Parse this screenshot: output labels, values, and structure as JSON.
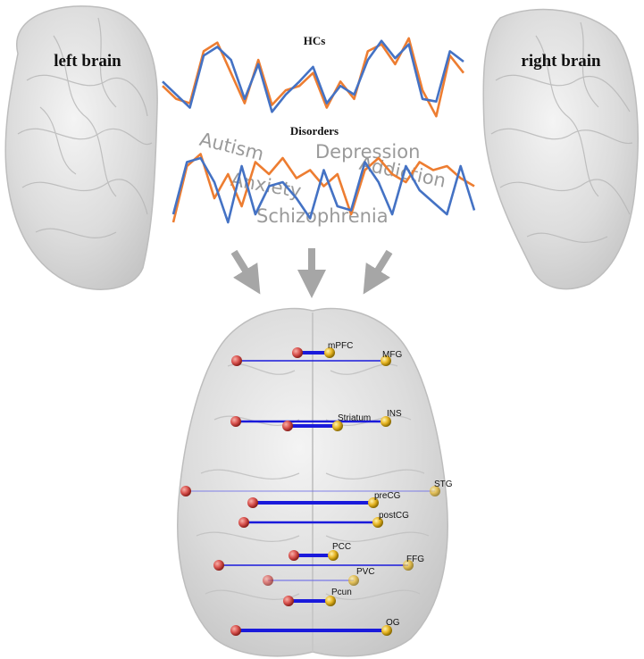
{
  "labels": {
    "left_brain": "left brain",
    "right_brain": "right brain",
    "hcs": "HCs",
    "disorders": "Disorders"
  },
  "disorder_words": [
    "Autism",
    "Depression",
    "Anxiety",
    "Addiction",
    "Schizophrenia"
  ],
  "signals": {
    "hcs": {
      "blue": [
        0.45,
        0.3,
        0.15,
        0.75,
        0.85,
        0.7,
        0.25,
        0.65,
        0.1,
        0.3,
        0.45,
        0.62,
        0.2,
        0.4,
        0.3,
        0.7,
        0.92,
        0.72,
        0.88,
        0.25,
        0.22,
        0.8,
        0.68
      ],
      "orange": [
        0.4,
        0.25,
        0.2,
        0.8,
        0.9,
        0.55,
        0.2,
        0.7,
        0.18,
        0.35,
        0.4,
        0.55,
        0.15,
        0.45,
        0.25,
        0.8,
        0.88,
        0.65,
        0.95,
        0.35,
        0.05,
        0.75,
        0.55
      ]
    },
    "disorders": {
      "blue": [
        0.2,
        0.85,
        0.9,
        0.6,
        0.1,
        0.8,
        0.2,
        0.55,
        0.6,
        0.4,
        0.15,
        0.75,
        0.3,
        0.25,
        0.85,
        0.6,
        0.2,
        0.8,
        0.5,
        0.35,
        0.2,
        0.8,
        0.25
      ],
      "orange": [
        0.1,
        0.8,
        0.95,
        0.4,
        0.7,
        0.3,
        0.85,
        0.7,
        0.9,
        0.65,
        0.75,
        0.55,
        0.7,
        0.2,
        0.75,
        0.9,
        0.7,
        0.6,
        0.85,
        0.75,
        0.8,
        0.65,
        0.55
      ]
    }
  },
  "colors": {
    "blue_series": "#4472c4",
    "orange_series": "#ed7d31",
    "left_node": "#d9534f",
    "right_node": "#e6b422",
    "connection": "#1a1adb",
    "arrow": "#a6a6a6"
  },
  "regions": [
    {
      "name": "mPFC",
      "strength": "strong"
    },
    {
      "name": "MFG",
      "strength": "thin"
    },
    {
      "name": "Striatum",
      "strength": "strong"
    },
    {
      "name": "INS",
      "strength": "medium"
    },
    {
      "name": "STG",
      "strength": "faint"
    },
    {
      "name": "preCG",
      "strength": "strong"
    },
    {
      "name": "postCG",
      "strength": "medium"
    },
    {
      "name": "PCC",
      "strength": "strong"
    },
    {
      "name": "FFG",
      "strength": "thin"
    },
    {
      "name": "PVC",
      "strength": "faint"
    },
    {
      "name": "Pcun",
      "strength": "strong"
    },
    {
      "name": "OG",
      "strength": "strong"
    }
  ]
}
